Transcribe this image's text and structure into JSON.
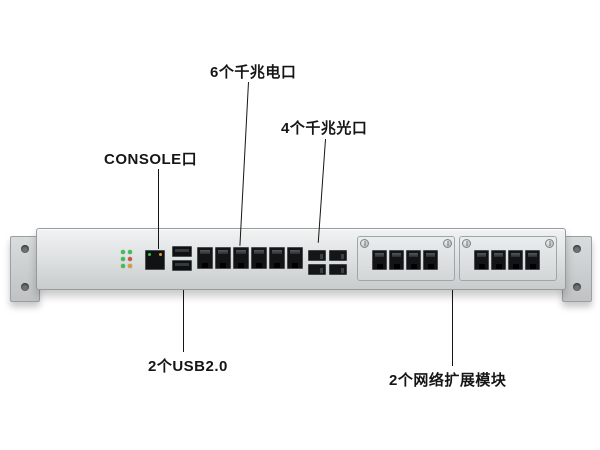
{
  "callouts": {
    "ethernet": {
      "label": "6个千兆电口"
    },
    "optical": {
      "label": "4个千兆光口"
    },
    "console": {
      "label": "CONSOLE口"
    },
    "usb": {
      "label": "2个USB2.0"
    },
    "expansion": {
      "label": "2个网络扩展模块"
    }
  },
  "device": {
    "ethernet_port_count": 6,
    "sfp_port_count": 4,
    "usb_port_count": 2,
    "expansion_module_count": 2,
    "expansion_module_port_count": 4,
    "led_colors": [
      "#38c24f",
      "#38c24f",
      "#38c24f",
      "#d2513e",
      "#38c24f",
      "#e0993c"
    ]
  },
  "colors": {
    "background": "#ffffff",
    "chassis": "#dfe2e3",
    "port_black": "#121416",
    "callout_line": "#151515",
    "text": "#151515"
  }
}
